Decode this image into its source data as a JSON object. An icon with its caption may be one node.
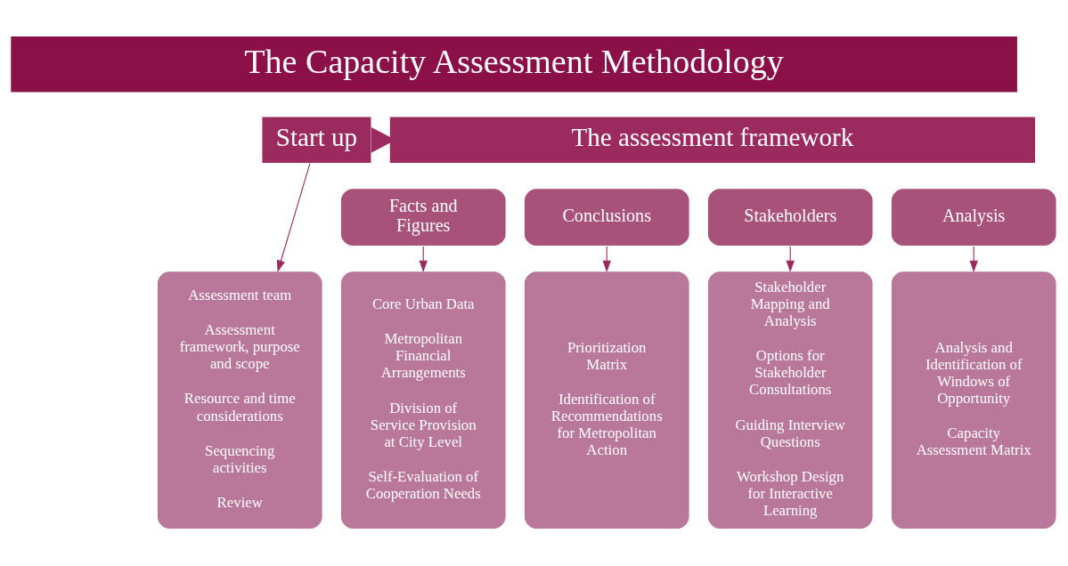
{
  "diagram": {
    "title": "The Capacity Assessment Methodology",
    "nodes": [
      {
        "text": [
          "Start up"
        ]
      },
      {
        "text": [
          "The assessment framework"
        ]
      },
      {
        "text": [
          "Facts and Figures"
        ]
      },
      {
        "text": [
          "Stakeholders"
        ]
      },
      {
        "text": [
          "Analysis"
        ]
      },
      {
        "text": [
          "Conclusions"
        ]
      },
      {
        "text": [
          "Assessment team",
          "Assessment framework, purpose and scope",
          "Resource and time considerations",
          "Sequencing activities",
          "Review"
        ]
      },
      {
        "text": [
          "Core Urban Data",
          "Metropolitan Financial Arrangements",
          "Division of Service Provision at City Level",
          "Self-Evaluation of Cooperation Needs"
        ]
      },
      {
        "text": [
          "Stakeholder Mapping and Analysis",
          "Options for Stakeholder Consultations",
          "Guiding Interview Questions",
          "Workshop Design for Interactive Learning"
        ]
      },
      {
        "text": [
          "Analysis and Identification of Windows of Opportunity",
          "Capacity Assessment Matrix"
        ]
      },
      {
        "text": [
          "Prioritization Matrix",
          "Identification of Recommendations for Metropolitan Action"
        ]
      }
    ],
    "edges": [
      {
        "from": 0,
        "to": 1,
        "arrow": "to",
        "style": "thick"
      },
      {
        "from": 0,
        "to": 6,
        "arrow": "to"
      },
      {
        "from": 2,
        "to": 7,
        "arrow": "to"
      },
      {
        "from": 3,
        "to": 8,
        "arrow": "to"
      },
      {
        "from": 4,
        "to": 9,
        "arrow": "to"
      },
      {
        "from": 5,
        "to": 10,
        "arrow": "to"
      }
    ]
  }
}
